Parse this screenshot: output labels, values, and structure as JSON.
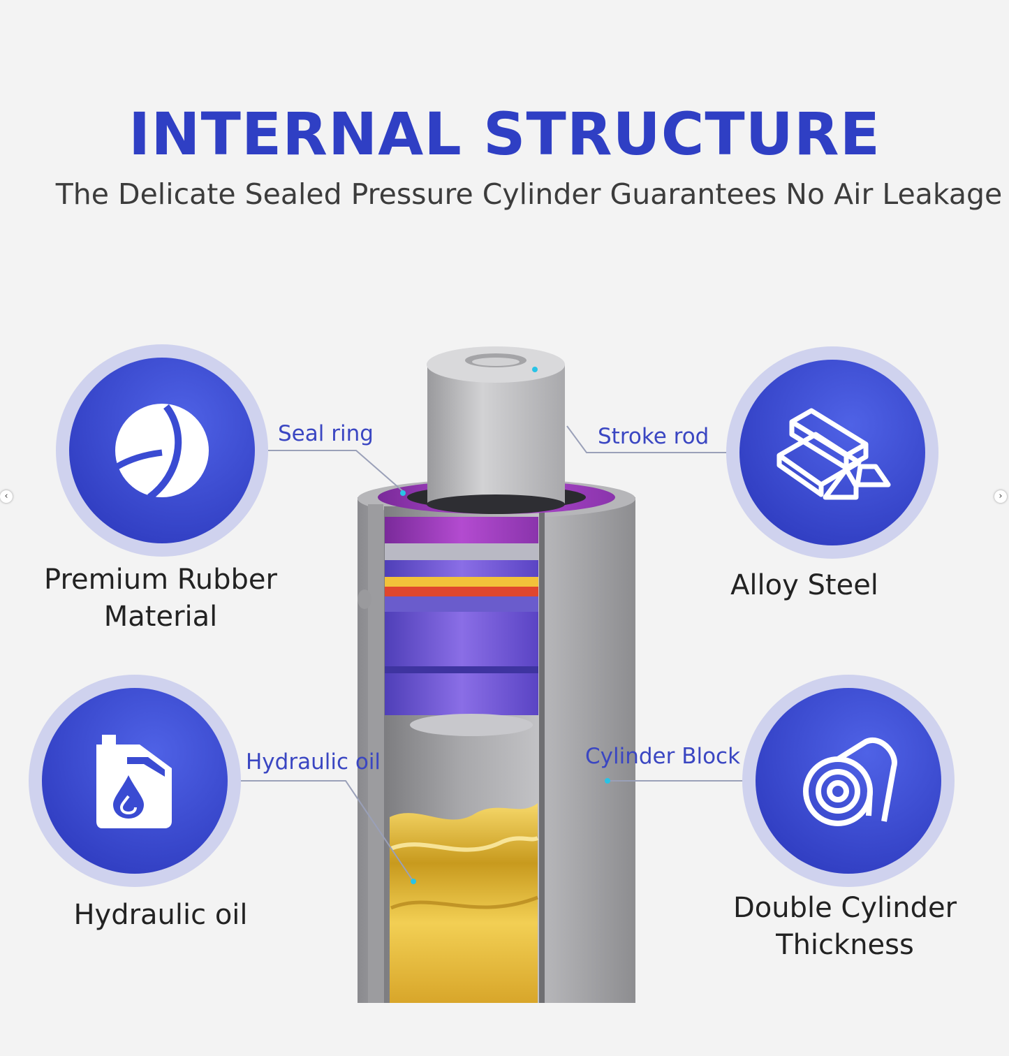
{
  "title": "INTERNAL STRUCTURE",
  "subtitle": "The Delicate Sealed Pressure Cylinder Guarantees No Air Leakage",
  "features": {
    "rubber": "Premium Rubber Material",
    "steel": "Alloy Steel",
    "oil": "Hydraulic oil",
    "thickness": "Double Cylinder Thickness"
  },
  "callouts": {
    "seal_ring": "Seal ring",
    "stroke_rod": "Stroke rod",
    "hydraulic_oil": "Hydraulic oil",
    "cylinder_block": "Cylinder Block"
  },
  "nav": {
    "prev": "‹",
    "next": "›"
  },
  "colors": {
    "accent": "#2f3fc4",
    "circle": "#3a4bd2",
    "ring": "#cdd0ee"
  },
  "icons": [
    "ball-icon",
    "steel-bars-icon",
    "oil-can-icon",
    "steel-coil-icon"
  ]
}
